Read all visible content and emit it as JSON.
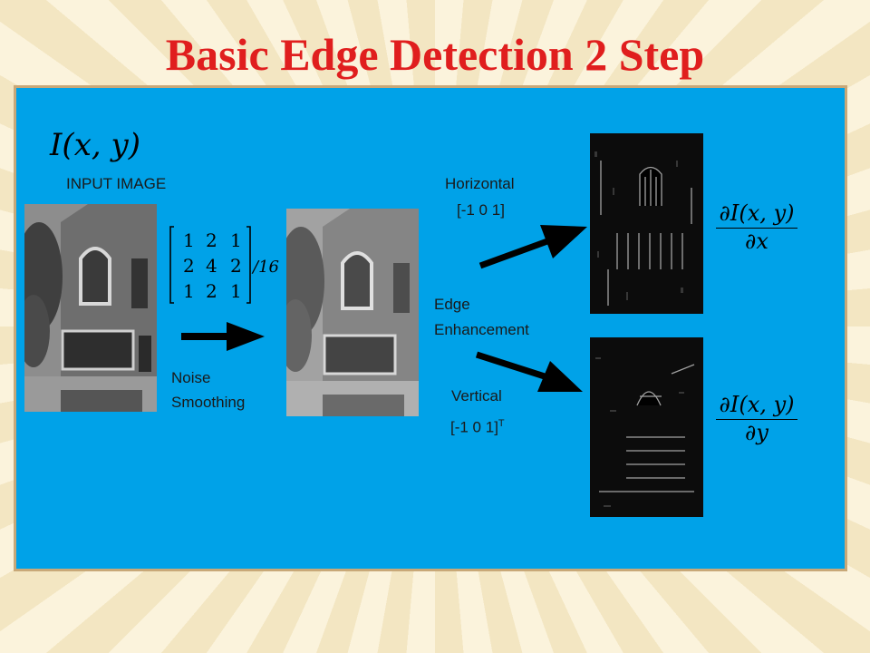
{
  "title": "Basic Edge Detection 2 Step",
  "input_formula": "I(x, y)",
  "labels": {
    "input_image": "INPUT IMAGE",
    "noise_line1": "Noise",
    "noise_line2": "Smoothing",
    "horizontal": "Horizontal",
    "horizontal_kernel": "[-1 0 1]",
    "edge_line1": "Edge",
    "edge_line2": "Enhancement",
    "vertical": "Vertical",
    "vertical_kernel": "[-1 0 1]",
    "vertical_sup": "T"
  },
  "kernel": {
    "rows": [
      [
        "1",
        "2",
        "1"
      ],
      [
        "2",
        "4",
        "2"
      ],
      [
        "1",
        "2",
        "1"
      ]
    ],
    "divisor": "/16"
  },
  "derivatives": {
    "dx_num": "∂I(x, y)",
    "dx_den": "∂x",
    "dy_num": "∂I(x, y)",
    "dy_den": "∂y"
  },
  "colors": {
    "title": "#e01e1e",
    "panel": "#00a2e8",
    "panel_border": "#c8a878"
  }
}
